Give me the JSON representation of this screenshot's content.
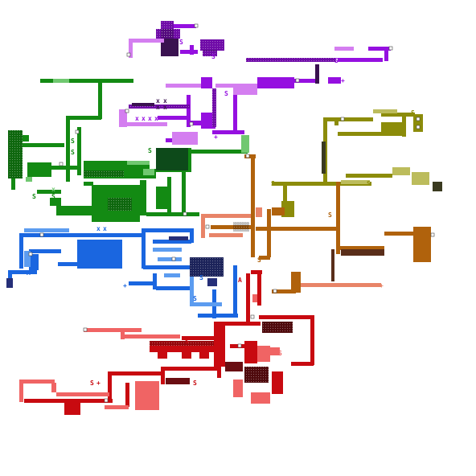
{
  "map": {
    "zones": [
      {
        "name": "violet",
        "color": "#9510e0"
      },
      {
        "name": "lilac",
        "color": "#d47ef0"
      },
      {
        "name": "green",
        "color": "#138a13"
      },
      {
        "name": "light-green",
        "color": "#70c870"
      },
      {
        "name": "olive",
        "color": "#8c8c0a"
      },
      {
        "name": "khaki",
        "color": "#bcbc5c"
      },
      {
        "name": "orange-brown",
        "color": "#b0620c"
      },
      {
        "name": "salmon",
        "color": "#e88468"
      },
      {
        "name": "blue",
        "color": "#1a66e0"
      },
      {
        "name": "light-blue",
        "color": "#5c9cf0"
      },
      {
        "name": "navy",
        "color": "#262f78"
      },
      {
        "name": "red",
        "color": "#c80a10"
      },
      {
        "name": "pink-red",
        "color": "#f06464"
      },
      {
        "name": "dark-red",
        "color": "#6a0e12"
      }
    ],
    "markers": {
      "save": "S",
      "item": "+",
      "blocked": "x",
      "area": "A"
    }
  }
}
